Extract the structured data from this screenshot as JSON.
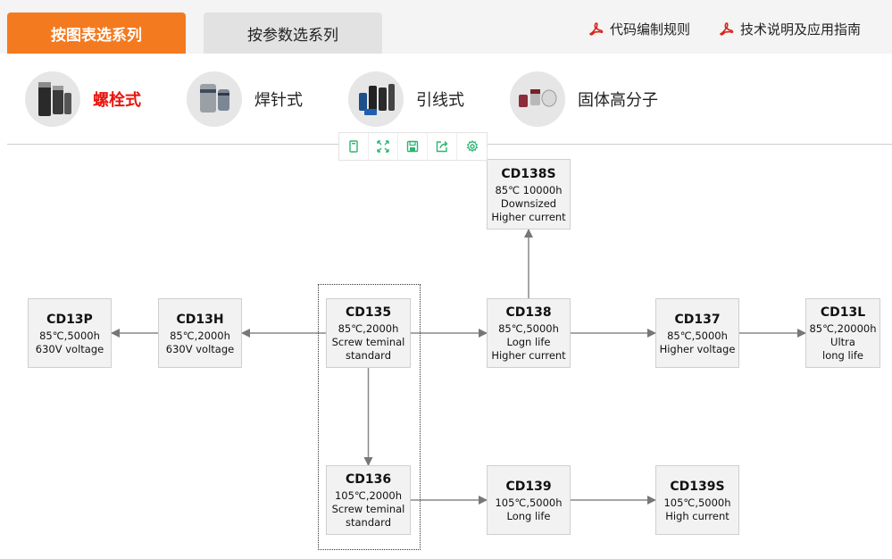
{
  "tabs": [
    {
      "label": "按图表选系列",
      "active": true
    },
    {
      "label": "按参数选系列",
      "active": false
    }
  ],
  "doc_links": [
    {
      "label": "代码编制规则",
      "icon": "pdf-icon"
    },
    {
      "label": "技术说明及应用指南",
      "icon": "pdf-icon"
    }
  ],
  "categories": [
    {
      "label": "螺栓式",
      "active": true
    },
    {
      "label": "焊针式",
      "active": false
    },
    {
      "label": "引线式",
      "active": false
    },
    {
      "label": "固体高分子",
      "active": false
    }
  ],
  "toolbar": [
    "copy-icon",
    "fullscreen-icon",
    "save-icon",
    "export-icon",
    "settings-icon"
  ],
  "nodes": {
    "cd138s": {
      "name": "CD138S",
      "lines": [
        "85℃ 10000h",
        "Downsized",
        "Higher current"
      ]
    },
    "cd13p": {
      "name": "CD13P",
      "lines": [
        "85℃,5000h",
        "630V voltage"
      ]
    },
    "cd13h": {
      "name": "CD13H",
      "lines": [
        "85℃,2000h",
        "630V voltage"
      ]
    },
    "cd135": {
      "name": "CD135",
      "lines": [
        "85℃,2000h",
        "Screw teminal",
        "standard"
      ]
    },
    "cd138": {
      "name": "CD138",
      "lines": [
        "85℃,5000h",
        "Logn life",
        "Higher current"
      ]
    },
    "cd137": {
      "name": "CD137",
      "lines": [
        "85℃,5000h",
        "Higher voltage"
      ]
    },
    "cd13l": {
      "name": "CD13L",
      "lines": [
        "85℃,20000h",
        "Ultra",
        "long life"
      ]
    },
    "cd136": {
      "name": "CD136",
      "lines": [
        "105℃,2000h",
        "Screw teminal",
        "standard"
      ]
    },
    "cd139": {
      "name": "CD139",
      "lines": [
        "105℃,5000h",
        "Long life"
      ]
    },
    "cd139s": {
      "name": "CD139S",
      "lines": [
        "105℃,5000h",
        "High current"
      ]
    }
  },
  "edges": [
    [
      "cd135",
      "cd13h"
    ],
    [
      "cd13h",
      "cd13p"
    ],
    [
      "cd135",
      "cd138"
    ],
    [
      "cd138",
      "cd138s"
    ],
    [
      "cd138",
      "cd137"
    ],
    [
      "cd137",
      "cd13l"
    ],
    [
      "cd135",
      "cd136"
    ],
    [
      "cd136",
      "cd139"
    ],
    [
      "cd139",
      "cd139s"
    ]
  ],
  "colors": {
    "accent": "#f47a20",
    "active_category": "#e8140d",
    "toolbar_icon": "#2bb673",
    "pdf_icon": "#d9261c"
  }
}
